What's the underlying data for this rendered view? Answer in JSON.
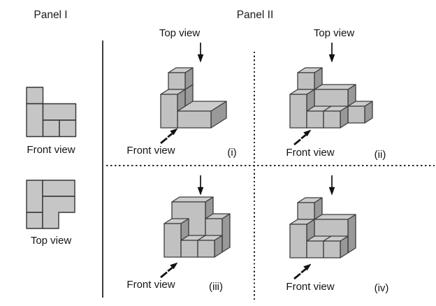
{
  "panel1": {
    "title": "Panel I",
    "front_view_label": "Front view",
    "top_view_label": "Top view",
    "front_view_shape": {
      "cell": 23.5,
      "rects": [
        [
          0,
          0,
          1,
          1
        ],
        [
          0,
          1,
          1,
          2
        ],
        [
          1,
          1,
          2,
          1
        ],
        [
          1,
          2,
          1,
          1
        ],
        [
          2,
          2,
          1,
          1
        ]
      ]
    },
    "top_view_shape": {
      "cell": 23,
      "rects": [
        [
          0,
          0,
          1,
          2
        ],
        [
          0,
          2,
          1,
          1
        ],
        [
          1,
          0,
          2,
          1
        ]
      ],
      "polys": [
        [
          [
            1,
            1
          ],
          [
            3,
            1
          ],
          [
            3,
            2
          ],
          [
            2,
            2
          ],
          [
            2,
            3
          ],
          [
            1,
            3
          ]
        ]
      ]
    }
  },
  "panel2": {
    "title": "Panel II",
    "options": [
      {
        "id": "i",
        "label": "(i)",
        "top_view_label": "Top view",
        "front_view_label": "Front view",
        "boxes": [
          [
            0,
            1,
            0,
            1,
            1,
            2
          ],
          [
            1,
            0,
            0,
            2,
            2,
            1
          ],
          [
            0,
            1,
            2,
            1,
            1,
            1
          ],
          [
            0,
            0,
            0,
            1,
            1,
            2,
            1
          ]
        ]
      },
      {
        "id": "ii",
        "label": "(ii)",
        "top_view_label": "Top view",
        "front_view_label": "Front view",
        "boxes": [
          [
            0,
            1,
            0,
            1,
            1,
            2
          ],
          [
            1,
            1,
            0,
            2,
            1,
            2
          ],
          [
            3,
            1,
            0,
            1,
            1,
            1
          ],
          [
            0,
            1,
            2,
            1,
            1,
            1
          ],
          [
            0,
            0,
            0,
            1,
            1,
            2,
            1
          ],
          [
            1,
            0,
            0,
            1,
            1,
            1
          ],
          [
            2,
            0,
            0,
            1,
            1,
            1
          ]
        ]
      },
      {
        "id": "iii",
        "label": "(iii)",
        "front_view_label": "Front view",
        "boxes": [
          [
            0,
            1,
            0,
            2,
            1,
            3
          ],
          [
            2,
            1,
            0,
            1,
            1,
            2
          ],
          [
            0,
            0,
            0,
            1,
            1,
            2,
            1
          ],
          [
            1,
            0,
            0,
            1,
            1,
            1
          ],
          [
            2,
            0,
            0,
            1,
            1,
            1
          ]
        ]
      },
      {
        "id": "iv",
        "label": "(iv)",
        "front_view_label": "Front view",
        "boxes": [
          [
            0,
            1,
            0,
            1,
            1,
            2
          ],
          [
            1,
            1,
            0,
            2,
            1,
            2
          ],
          [
            0,
            1,
            2,
            1,
            1,
            1
          ],
          [
            0,
            0,
            0,
            1,
            1,
            2,
            1
          ],
          [
            1,
            0,
            0,
            1,
            1,
            1
          ],
          [
            2,
            0,
            0,
            1,
            1,
            1
          ]
        ]
      }
    ]
  },
  "projection": {
    "unit": 24,
    "depth_dx": 11,
    "depth_dy": 7
  },
  "colors": {
    "face_top": "#cccccc",
    "face_front": "#c1c1c1",
    "face_side": "#999999",
    "outline": "#3c3c3c",
    "shape_fill": "#c6c6c6",
    "shape_outline": "#333333",
    "arrow": "#111111"
  }
}
